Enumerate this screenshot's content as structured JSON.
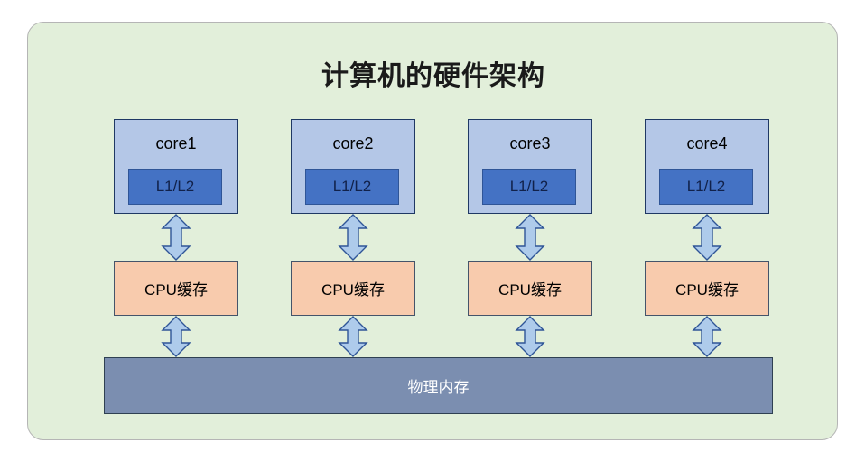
{
  "diagram": {
    "title": "计算机的硬件架构",
    "background_color": "#e2efda",
    "border_color": "#b5b5b5",
    "cores": [
      {
        "label": "core1",
        "cache_label": "L1/L2"
      },
      {
        "label": "core2",
        "cache_label": "L1/L2"
      },
      {
        "label": "core3",
        "cache_label": "L1/L2"
      },
      {
        "label": "core4",
        "cache_label": "L1/L2"
      }
    ],
    "cpu_caches": [
      {
        "label": "CPU缓存"
      },
      {
        "label": "CPU缓存"
      },
      {
        "label": "CPU缓存"
      },
      {
        "label": "CPU缓存"
      }
    ],
    "memory": {
      "label": "物理内存",
      "color": "#7b8eb0",
      "text_color": "#ffffff"
    },
    "colors": {
      "core_fill": "#b4c7e7",
      "core_stroke": "#1f3864",
      "l1l2_fill": "#4472c4",
      "l1l2_stroke": "#2f5597",
      "cache_fill": "#f8cbad",
      "cache_stroke": "#44546a",
      "arrow_fill": "#aecbeb",
      "arrow_stroke": "#2f5597"
    },
    "connectors": [
      {
        "name": "core1-to-cache1",
        "direction": "bidirectional"
      },
      {
        "name": "core2-to-cache2",
        "direction": "bidirectional"
      },
      {
        "name": "core3-to-cache3",
        "direction": "bidirectional"
      },
      {
        "name": "core4-to-cache4",
        "direction": "bidirectional"
      },
      {
        "name": "cache1-to-memory",
        "direction": "bidirectional"
      },
      {
        "name": "cache2-to-memory",
        "direction": "bidirectional"
      },
      {
        "name": "cache3-to-memory",
        "direction": "bidirectional"
      },
      {
        "name": "cache4-to-memory",
        "direction": "bidirectional"
      }
    ]
  }
}
